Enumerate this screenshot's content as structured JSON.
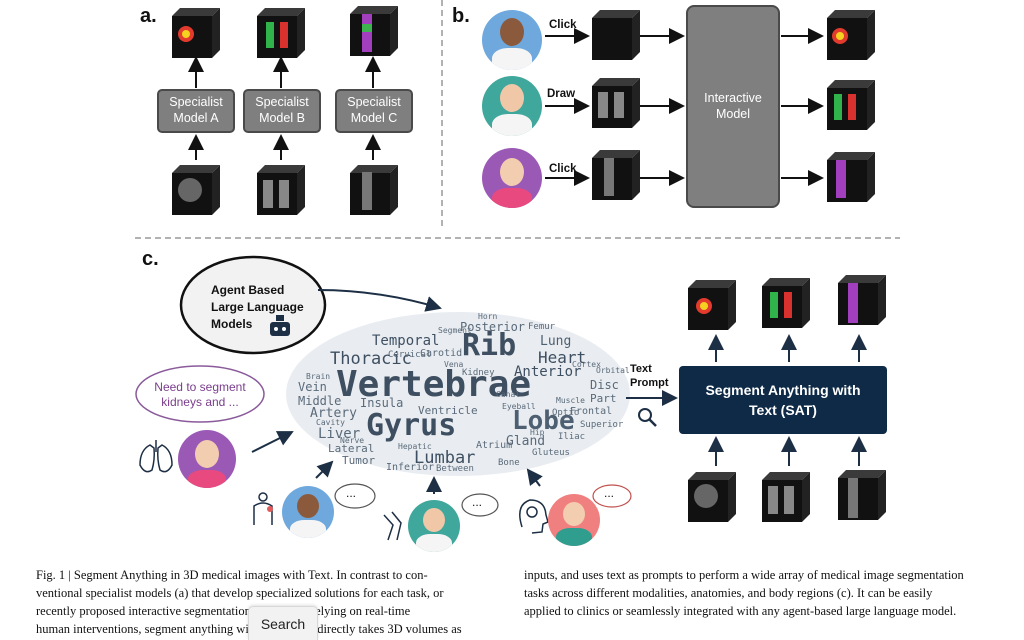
{
  "panel_labels": {
    "a": "a.",
    "b": "b.",
    "c": "c."
  },
  "panel_a": {
    "models": [
      "Specialist\nModel A",
      "Specialist\nModel B",
      "Specialist\nModel C"
    ]
  },
  "panel_b": {
    "actions": [
      "Click",
      "Draw",
      "Click"
    ],
    "interactive_model": "Interactive\nModel"
  },
  "panel_c": {
    "agent_llm": "Agent Based\nLarge Language\nModels",
    "speech": "Need to segment\nkidneys and ...",
    "text_prompt": "Text\nPrompt",
    "sat": "Segment Anything with\nText (SAT)",
    "speech_dots": "...",
    "wordcloud": {
      "big": [
        "Vertebrae",
        "Gyrus",
        "Rib",
        "Lobe",
        "Thoracic",
        "Heart",
        "Lumbar",
        "Anterior",
        "Temporal",
        "Lung"
      ],
      "small": [
        "Posterior",
        "Artery",
        "Vein",
        "Middle",
        "Liver",
        "Lateral",
        "Tumor",
        "Inferior",
        "Gland",
        "Disc",
        "Part",
        "Insula",
        "Ventricle",
        "Frontal",
        "Superior",
        "Cervical",
        "Carotid",
        "Kidney",
        "Atrium",
        "Bone",
        "Optic",
        "Iliac",
        "Gluteus",
        "Between",
        "Horn",
        "Femur",
        "Brain",
        "Orbital",
        "Cortex",
        "Canal",
        "Segment",
        "Hip",
        "Eyeball",
        "Nerve",
        "Cavity",
        "Vena",
        "Muscle",
        "Hepatic"
      ]
    }
  },
  "caption": {
    "left_lines": [
      "Fig. 1 | Segment Anything in 3D medical images with Text. In contrast to con-",
      "ventional specialist models (a) that develop specialized solutions for each task, or",
      "recently proposed interactive segmentation models (b) relying on real-time",
      "human interventions, segment anything with text (SAT) directly takes 3D volumes as"
    ],
    "right_lines": [
      "inputs, and uses text as prompts to perform a wide array of medical image segmentation",
      "tasks across different modalities, anatomies, and body regions (c). It can be easily",
      "applied to clinics or seamlessly integrated with any agent-based large language model."
    ]
  },
  "search_label": "Search",
  "colors": {
    "box_gray": "#7f7f7f",
    "sat_navy": "#0e2a47",
    "bubble_purple": "#8a5a9a",
    "bubble_red": "#c0504d"
  }
}
